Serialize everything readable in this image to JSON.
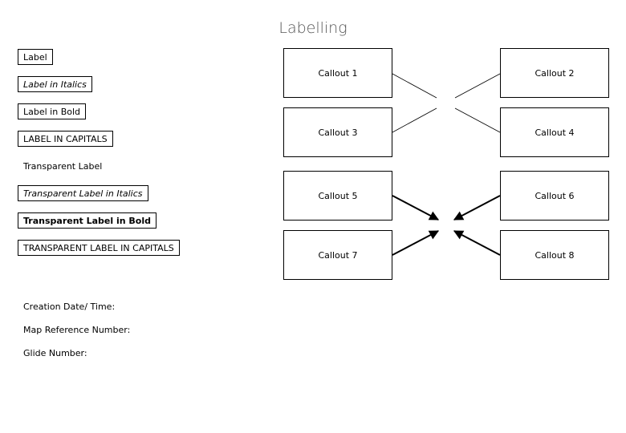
{
  "title": "Labelling",
  "labels": {
    "label": "Label",
    "label_italics": "Label in Italics",
    "label_bold": "Label in Bold",
    "label_capitals": "LABEL IN CAPITALS",
    "transparent_label": "Transparent Label",
    "transparent_italics": "Transparent Label in Italics",
    "transparent_bold": "Transparent Label in Bold",
    "transparent_capitals": "TRANSPARENT LABEL IN CAPITALS"
  },
  "callouts": {
    "c1": "Callout 1",
    "c2": "Callout 2",
    "c3": "Callout 3",
    "c4": "Callout 4",
    "c5": "Callout 5",
    "c6": "Callout 6",
    "c7": "Callout 7",
    "c8": "Callout 8"
  },
  "meta": {
    "creation": "Creation Date/ Time:",
    "map_ref": "Map Reference Number:",
    "glide": "Glide Number:"
  }
}
